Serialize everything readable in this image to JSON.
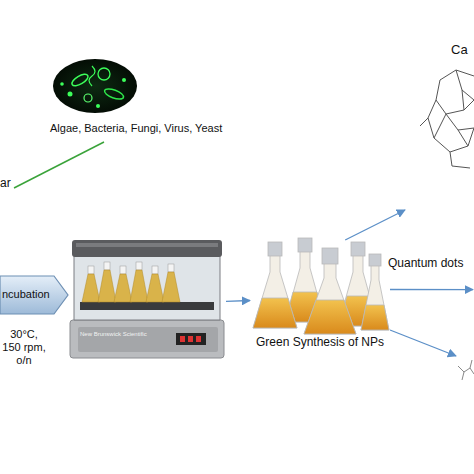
{
  "diagram": {
    "nodes": [
      {
        "text": [
          "Algae, Bacteria, Fungi, Virus, Yeast"
        ]
      },
      {
        "text": [
          "ncubation",
          "30°C, 150 rpm, o/n"
        ]
      },
      {
        "text": [
          "New Brunswick Scientific"
        ]
      },
      {
        "text": [
          "Green Synthesis of NPs"
        ]
      },
      {
        "text": [
          "Ca"
        ]
      },
      {
        "text": [
          "Quantum dots"
        ]
      }
    ],
    "edges": [
      {
        "from": 2,
        "to": 3,
        "arrow": "to"
      },
      {
        "from": 3,
        "to": 4,
        "arrow": "to"
      },
      {
        "from": 3,
        "to": 5,
        "arrow": "to"
      }
    ],
    "labels": [
      "ar"
    ]
  }
}
